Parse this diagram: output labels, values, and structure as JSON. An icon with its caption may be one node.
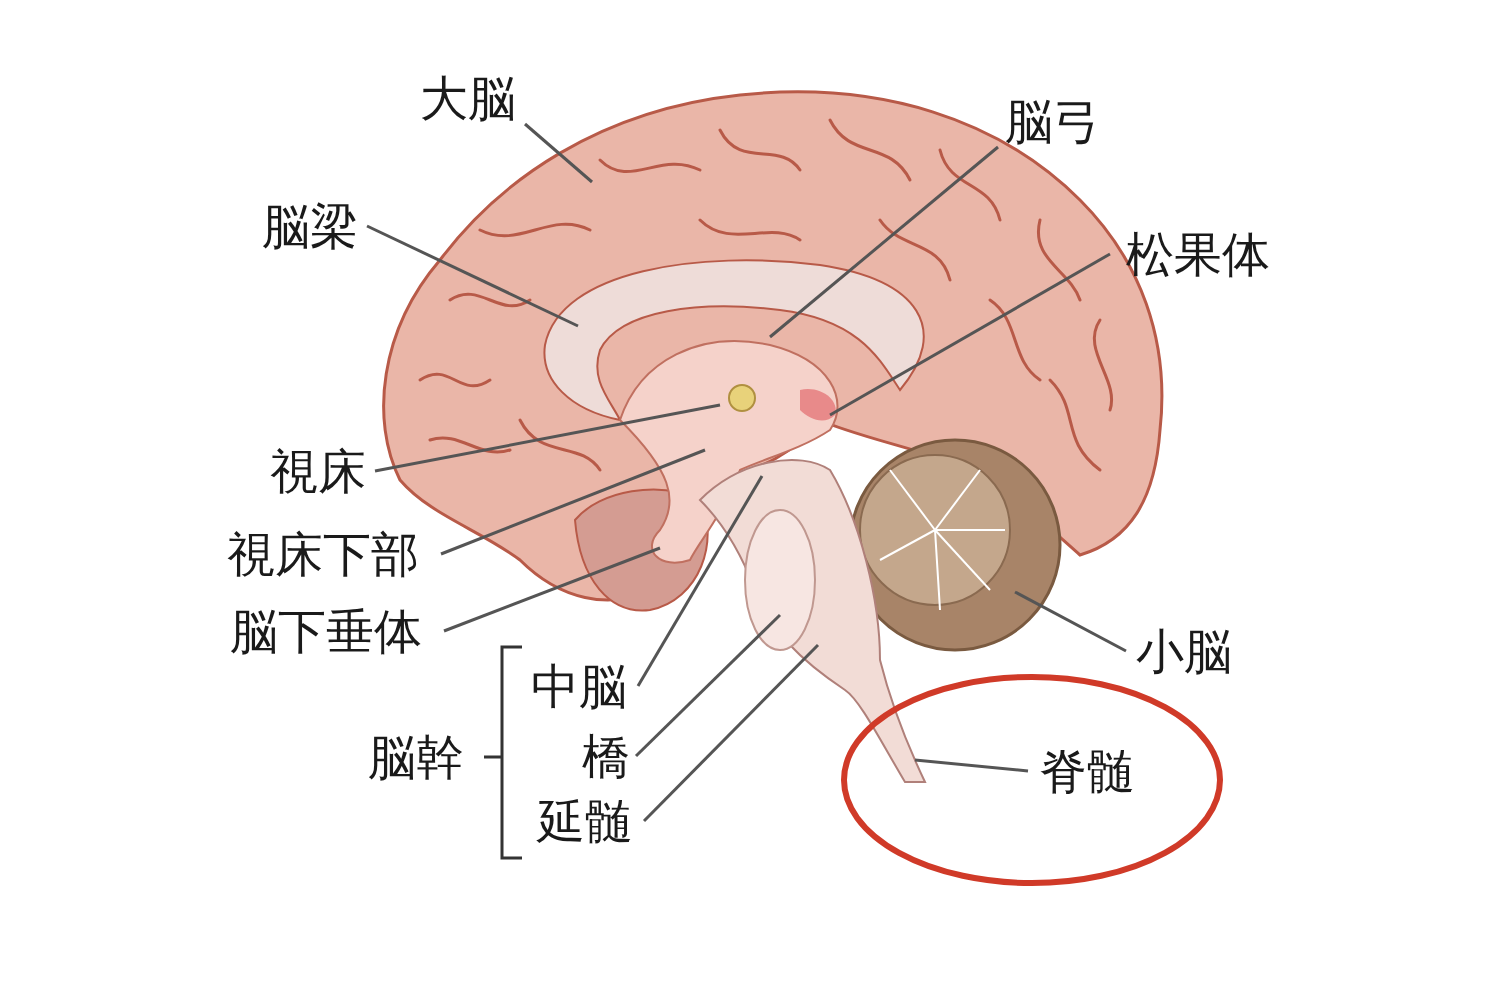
{
  "diagram": {
    "nodes": [
      {
        "text": [
          "大脳"
        ]
      },
      {
        "text": [
          "脳弓"
        ]
      },
      {
        "text": [
          "脳梁"
        ]
      },
      {
        "text": [
          "松果体"
        ]
      },
      {
        "text": [
          "視床"
        ]
      },
      {
        "text": [
          "視床下部"
        ]
      },
      {
        "text": [
          "脳下垂体"
        ]
      },
      {
        "text": [
          "小脳"
        ]
      },
      {
        "text": [
          "中脳"
        ]
      },
      {
        "text": [
          "橋"
        ]
      },
      {
        "text": [
          "延髄"
        ]
      },
      {
        "text": [
          "脊髄"
        ]
      }
    ],
    "edges": [
      {
        "from": 0,
        "to": null,
        "arrow": "none"
      },
      {
        "from": 1,
        "to": null,
        "arrow": "none"
      },
      {
        "from": 2,
        "to": null,
        "arrow": "none"
      },
      {
        "from": 3,
        "to": null,
        "arrow": "none"
      },
      {
        "from": 4,
        "to": null,
        "arrow": "none"
      },
      {
        "from": 5,
        "to": null,
        "arrow": "none"
      },
      {
        "from": 6,
        "to": null,
        "arrow": "none"
      },
      {
        "from": 7,
        "to": null,
        "arrow": "none"
      },
      {
        "from": 8,
        "to": null,
        "arrow": "none"
      },
      {
        "from": 9,
        "to": null,
        "arrow": "none"
      },
      {
        "from": 10,
        "to": null,
        "arrow": "none"
      },
      {
        "from": 11,
        "to": null,
        "arrow": "none"
      }
    ],
    "labels": [
      "脳幹"
    ]
  }
}
